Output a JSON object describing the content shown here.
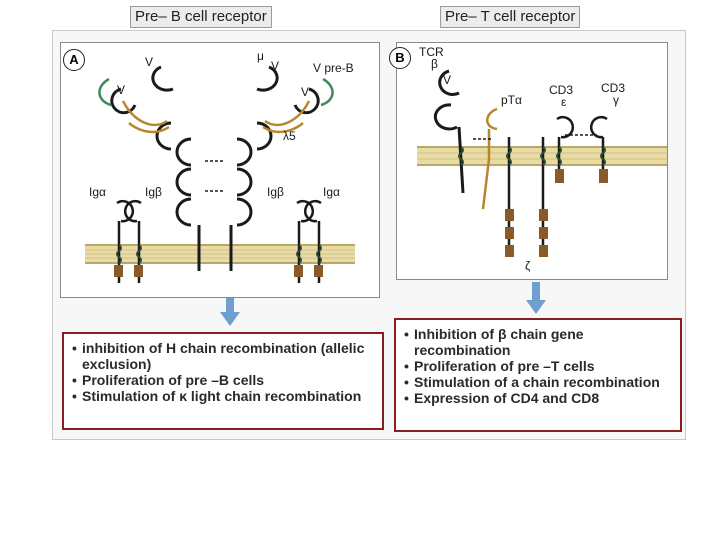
{
  "titles": {
    "left": "Pre– B cell receptor",
    "right": "Pre– T cell receptor"
  },
  "panel_a": {
    "letter": "A",
    "labels": {
      "v1": "V",
      "v2": "V",
      "v3": "V",
      "v4": "V",
      "mu": "μ",
      "v_pre_b": "V pre-B",
      "lambda5": "λ5",
      "ig_alpha_left": "Igα",
      "ig_beta_left": "Igβ",
      "ig_beta_right": "Igβ",
      "ig_alpha_right": "Igα"
    }
  },
  "panel_b": {
    "letter": "B",
    "labels": {
      "tcr": "TCR",
      "beta": "β",
      "v": "V",
      "pt_alpha": "pTα",
      "cd3_left": "CD3",
      "epsilon": "ε",
      "cd3_right": "CD3",
      "gamma": "γ",
      "zeta": "ζ"
    }
  },
  "effects_left": [
    "inhibition of H chain recombination (allelic exclusion)",
    "Proliferation of pre –B cells",
    "Stimulation of κ light chain recombination"
  ],
  "effects_right": [
    "Inhibition of β chain gene recombination",
    "Proliferation of pre –T cells",
    "Stimulation of a chain recombination",
    "Expression of CD4 and CD8"
  ],
  "colors": {
    "membrane": "#e8dca4",
    "membrane_stripe": "#b8a766",
    "effects_border": "#8a1e1e",
    "arrow": "#6f9fd0",
    "green_arrow": "#3f8a5a",
    "light_chain": "#b8862a",
    "segment": "#8a5a2b"
  }
}
